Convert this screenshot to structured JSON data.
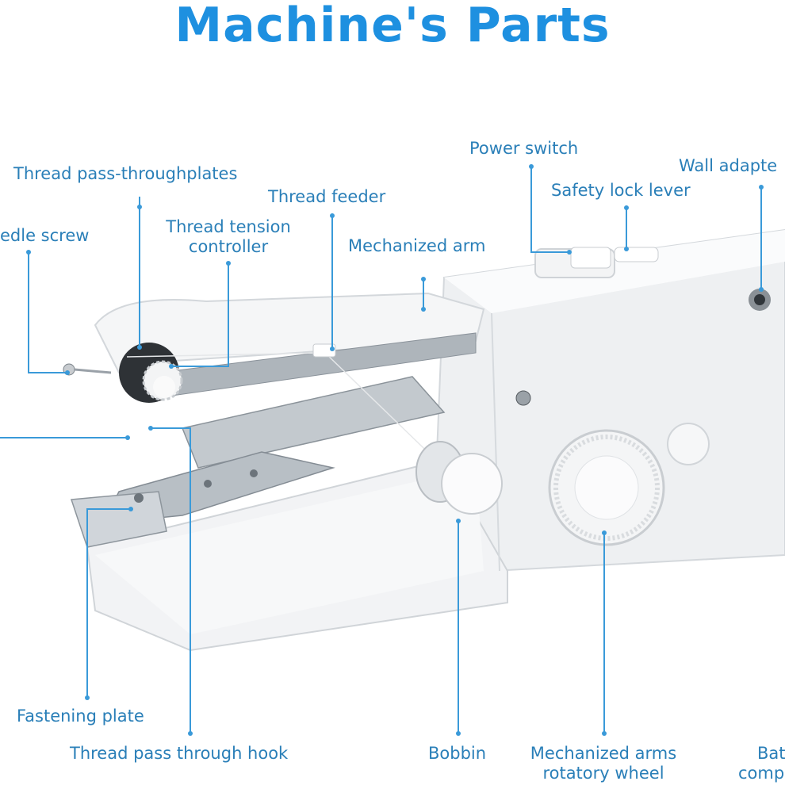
{
  "title": "Machine's Parts",
  "colors": {
    "accent": "#1e90e0",
    "label": "#2a7fb8",
    "leader": "#3a9ad9",
    "machine_body": "#f4f5f6",
    "machine_shadow": "#d9dcdf",
    "metal": "#b9bfc4"
  },
  "labels": {
    "thread_pass_plates": "Thread pass-throughplates",
    "needle_screw": "edle screw",
    "thread_tension_1": "Thread tension",
    "thread_tension_2": "controller",
    "thread_feeder": "Thread feeder",
    "mechanized_arm": "Mechanized arm",
    "power_switch": "Power switch",
    "safety_lock": "Safety lock lever",
    "wall_adapter": "Wall adapte",
    "fastening_plate": "Fastening plate",
    "thread_hook": "Thread pass through hook",
    "bobbin": "Bobbin",
    "rotatory_1": "Mechanized arms",
    "rotatory_2": "rotatory wheel",
    "battery_1": "Bat",
    "battery_2": "comp"
  }
}
